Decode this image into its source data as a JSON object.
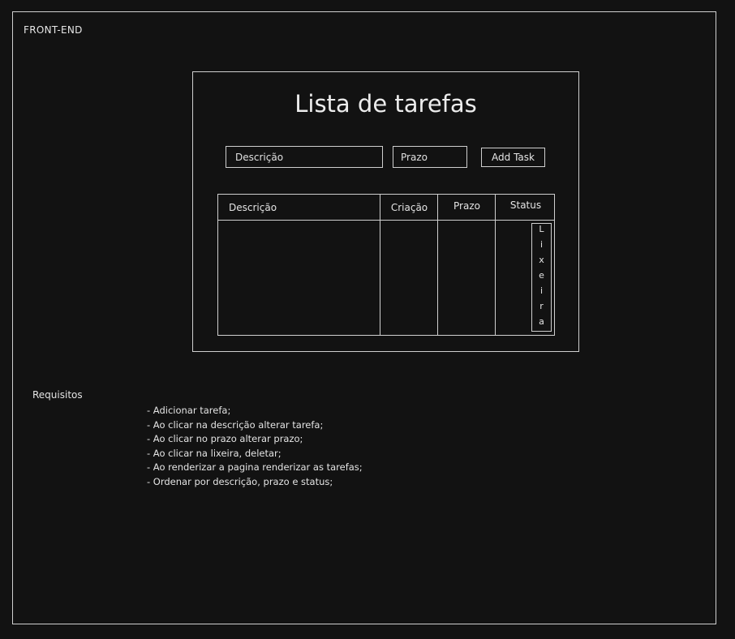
{
  "frame_label": "FRONT-END",
  "card": {
    "title": "Lista de tarefas",
    "description_placeholder": "Descrição",
    "deadline_placeholder": "Prazo",
    "add_button": "Add Task"
  },
  "table": {
    "columns": [
      "Descrição",
      "Criação",
      "Prazo",
      "Status"
    ],
    "trash_label": "Lixeira"
  },
  "requirements": {
    "title": "Requisitos",
    "items": [
      "- Adicionar tarefa;",
      "- Ao clicar na descrição alterar tarefa;",
      "- Ao clicar no prazo alterar prazo;",
      "- Ao clicar na lixeira, deletar;",
      "- Ao renderizar a pagina renderizar as tarefas;",
      "- Ordenar por descrição, prazo e status;"
    ]
  }
}
